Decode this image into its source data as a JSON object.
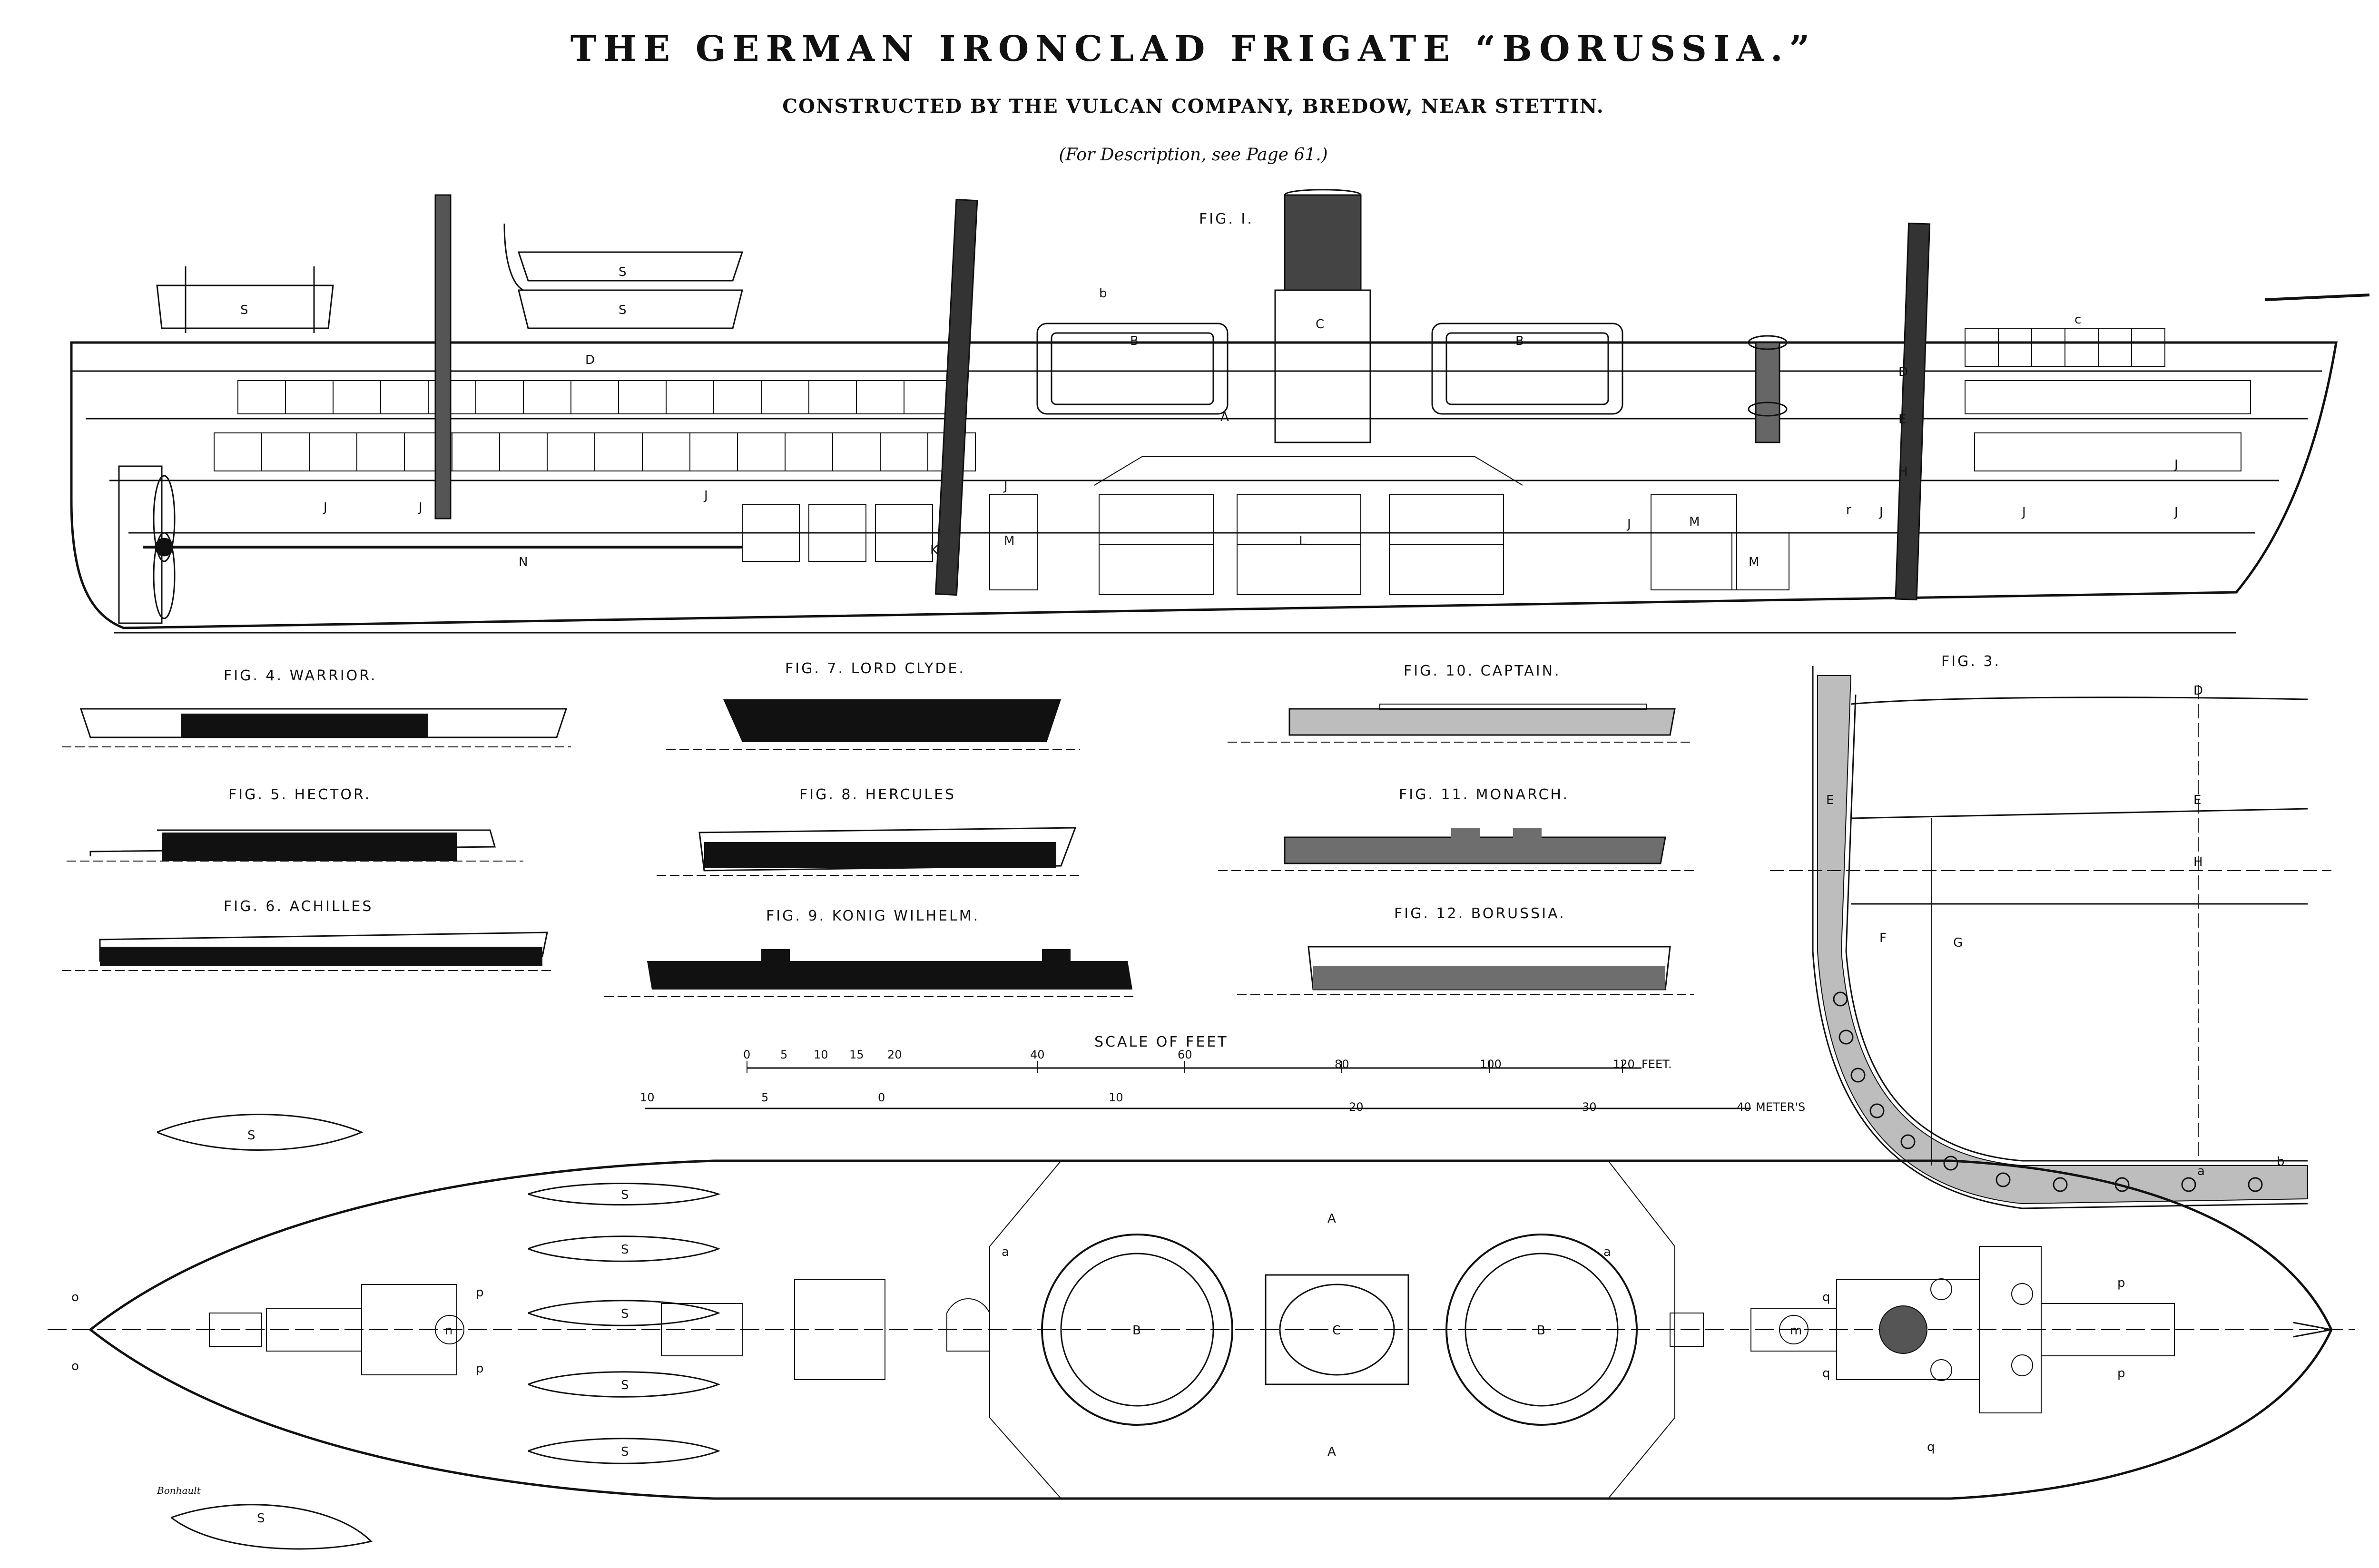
{
  "plate": {
    "title": "THE GERMAN IRONCLAD FRIGATE “BORUSSIA.”",
    "subtitle": "CONSTRUCTED BY THE VULCAN COMPANY, BREDOW, NEAR STETTIN.",
    "note": "(For Description, see Page 61.)"
  },
  "figures": {
    "fig1": "FIG. I.",
    "fig3": "FIG. 3.",
    "fig4": "FIG. 4. WARRIOR.",
    "fig5": "FIG. 5. HECTOR.",
    "fig6": "FIG. 6. ACHILLES",
    "fig7": "FIG. 7. LORD CLYDE.",
    "fig8": "FIG. 8. HERCULES",
    "fig9": "FIG. 9. KONIG WILHELM.",
    "fig10": "FIG. 10. CAPTAIN.",
    "fig11": "FIG. 11. MONARCH.",
    "fig12": "FIG. 12. BORUSSIA."
  },
  "scale": {
    "title": "SCALE OF FEET",
    "feet_ticks": [
      "0",
      "5",
      "10",
      "15",
      "20",
      "40",
      "60",
      "80",
      "100",
      "120"
    ],
    "feet_unit": "FEET.",
    "meter_ticks": [
      "10",
      "5",
      "0",
      "10",
      "20",
      "30",
      "40"
    ],
    "meter_unit": "METER'S"
  },
  "labels": {
    "A": "A",
    "B": "B",
    "C": "C",
    "D": "D",
    "E": "E",
    "F": "F",
    "G": "G",
    "H": "H",
    "J": "J",
    "K": "K",
    "L": "L",
    "M": "M",
    "N": "N",
    "S": "S",
    "a": "a",
    "b": "b",
    "c": "c",
    "m": "m",
    "n": "n",
    "o": "o",
    "p": "p",
    "q": "q",
    "r": "r"
  },
  "signature": "Bonhault",
  "colors": {
    "ink": "#111111",
    "paper": "#ffffff",
    "armour": "#6e6e6e",
    "hatch": "#bdbdbd"
  }
}
